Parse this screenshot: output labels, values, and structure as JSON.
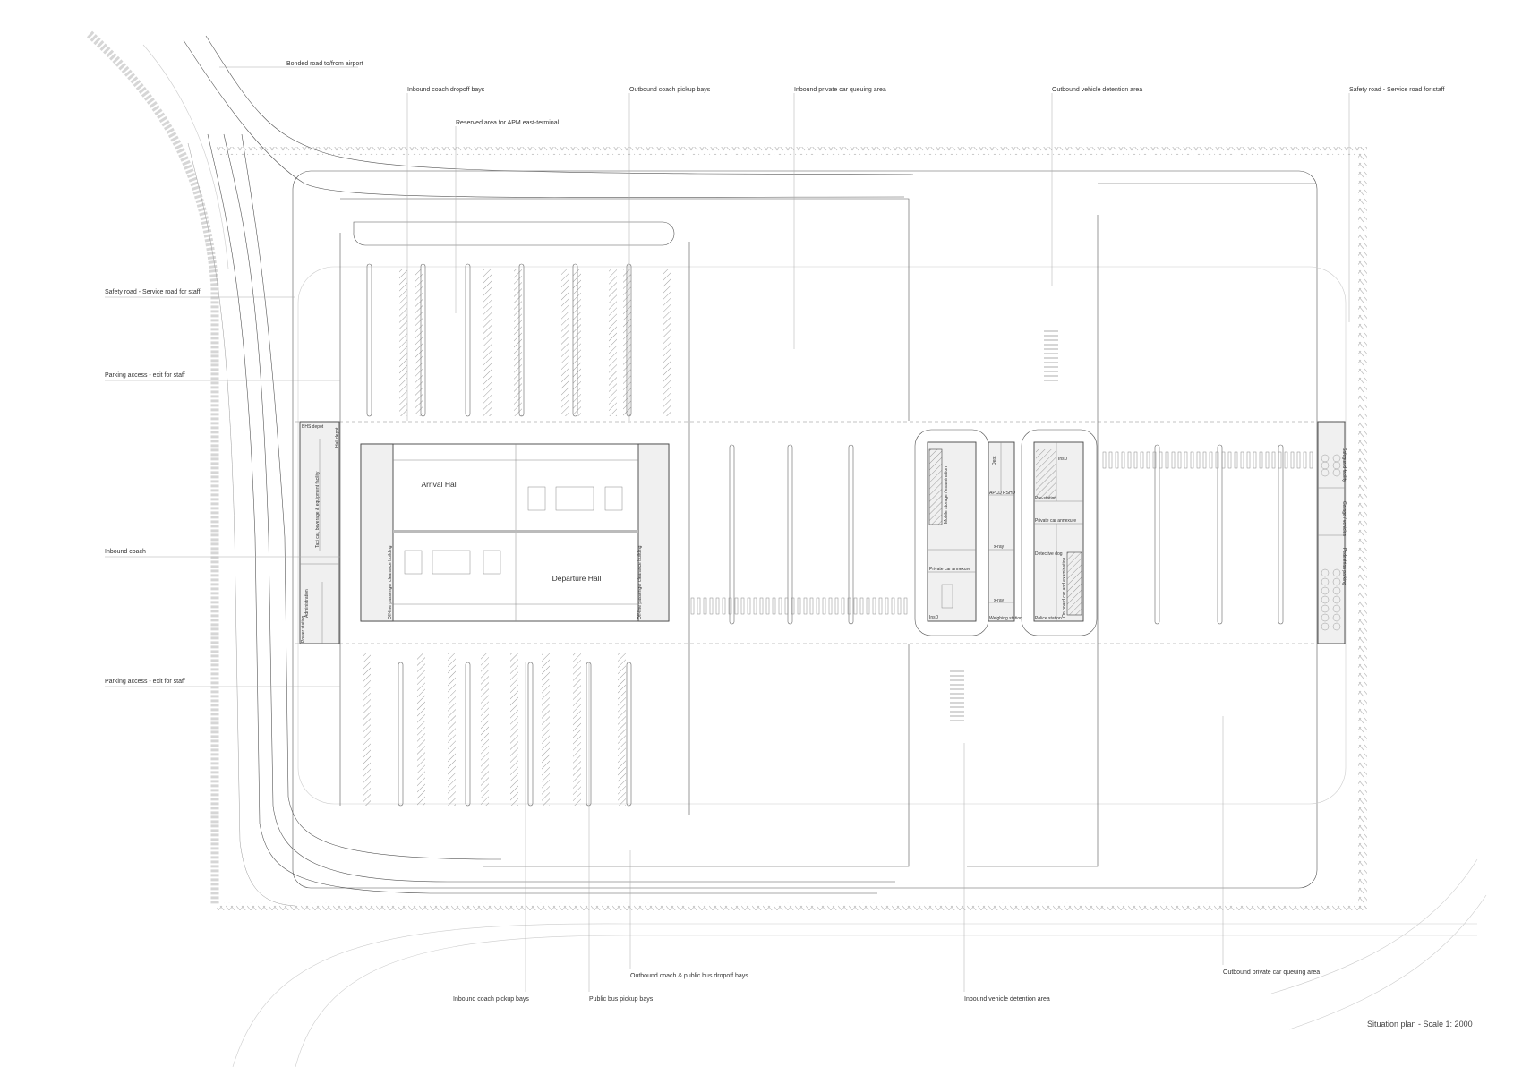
{
  "drawing": {
    "title": "Situation plan - Scale 1: 2000",
    "labels_top": [
      "Bonded road to/from airport",
      "Inbound coach dropoff bays",
      "Reserved area for APM east-terminal",
      "Outbound coach pickup bays",
      "Inbound private car queuing area",
      "Outbound vehicle detention area",
      "Safety road - Service road for staff"
    ],
    "labels_left": [
      "Safety road - Service road for staff",
      "Parking access - exit for staff",
      "Inbound coach",
      "Parking access - exit for staff"
    ],
    "labels_bottom": [
      "Outbound coach & public bus dropoff bays",
      "Inbound coach pickup bays",
      "Public bus pickup bays",
      "Inbound vehicle detention area",
      "Outbound private car queuing area"
    ],
    "terminal": {
      "arrival_hall": "Arrival Hall",
      "departure_hall": "Departure Hall",
      "offline_left": "Off-line passenger clearance building",
      "offline_right": "Off-line passenger clearance building"
    },
    "west_building": {
      "depot": "BHS depot",
      "hall_depot": "Hall depot",
      "facility": "Taxi car, beverage & equipment facility",
      "administration": "Administration",
      "power": "Power station"
    },
    "detention_inbound": {
      "storage": "Mobile storage / examination",
      "annexure": "Private car annexure",
      "insd": "InsD"
    },
    "middle_building": {
      "dept": "Dept",
      "apcd": "APCD",
      "rshd": "RSHD",
      "xray1": "x-ray",
      "xray2": "x-ray",
      "weighing": "Weighing station"
    },
    "detention_outbound": {
      "insd": "InsD",
      "pre_station": "Pre-station",
      "annexure": "Private car annexure",
      "dog": "Detective dog",
      "onboard": "On board car and examination",
      "police": "Police station"
    },
    "east_building": {
      "safeguard": "Safeguard facility",
      "garage": "Garage / vehicles",
      "pedestrian": "Pedestrian parking"
    }
  }
}
